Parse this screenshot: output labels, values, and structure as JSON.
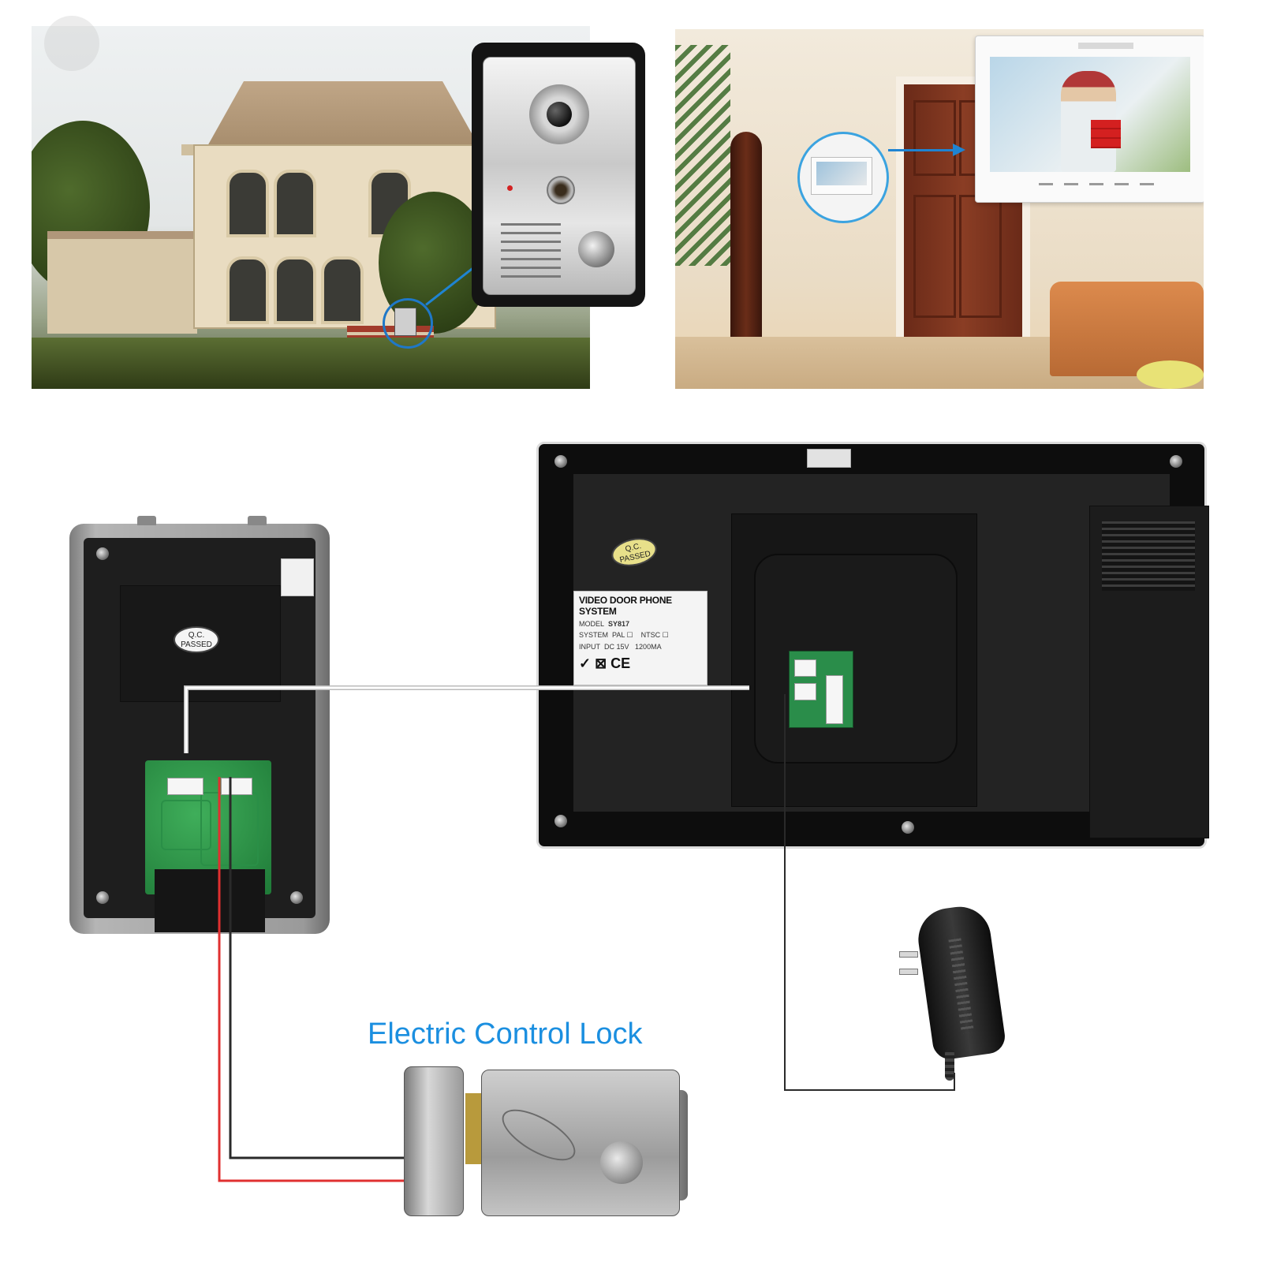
{
  "lock_label": "Electric Control Lock",
  "outdoor_back": {
    "qc_badge": "Q.C.\nPASSED"
  },
  "monitor_back": {
    "qc_badge": "Q.C.\nPASSED",
    "spec": {
      "title": "VIDEO DOOR PHONE SYSTEM",
      "model_label": "MODEL",
      "model_value": "SY817",
      "system_label": "SYSTEM",
      "system_pal": "PAL",
      "system_ntsc": "NTSC",
      "input_label": "INPUT",
      "input_value": "DC 15V",
      "current_value": "1200MA",
      "symbols": "✓   ⊠   CE"
    }
  },
  "colors": {
    "accent_blue": "#1b8fe0",
    "wire_red": "#e03030",
    "wire_black": "#2a2a2a",
    "wire_white": "#ffffff"
  }
}
